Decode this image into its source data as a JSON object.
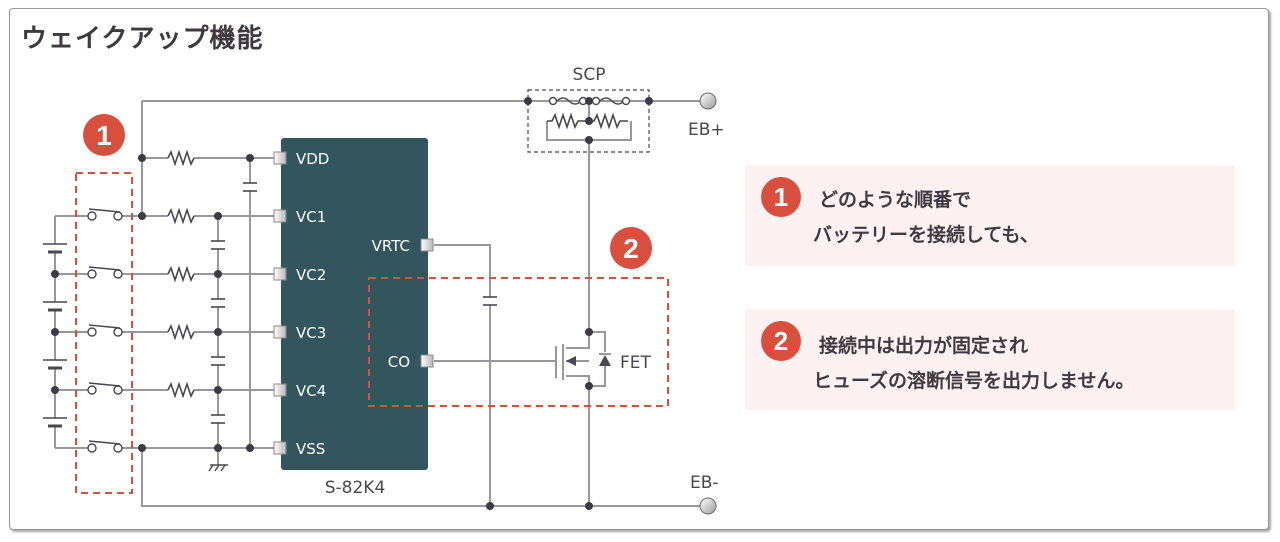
{
  "title": "ウェイクアップ機能",
  "diagram": {
    "ic_name": "S-82K4",
    "pins_left": [
      "VDD",
      "VC1",
      "VC2",
      "VC3",
      "VC4",
      "VSS"
    ],
    "pins_right": [
      "VRTC",
      "CO"
    ],
    "scp_label": "SCP",
    "fet_label": "FET",
    "terminal_pos": "EB+",
    "terminal_neg": "EB-",
    "badge_1": "1",
    "badge_2": "2"
  },
  "callouts": [
    {
      "number": "1",
      "lines": [
        "どのような順番で",
        "バッテリーを接続しても、"
      ]
    },
    {
      "number": "2",
      "lines": [
        "接続中は出力が固定され",
        "ヒューズの溶断信号を出力しません。"
      ]
    }
  ],
  "colors": {
    "accent": "#d94f3d",
    "ic_body": "#33555e",
    "wire": "#9a979c",
    "text": "#3e3a3f",
    "callout_bg": "#fdf1f1"
  }
}
